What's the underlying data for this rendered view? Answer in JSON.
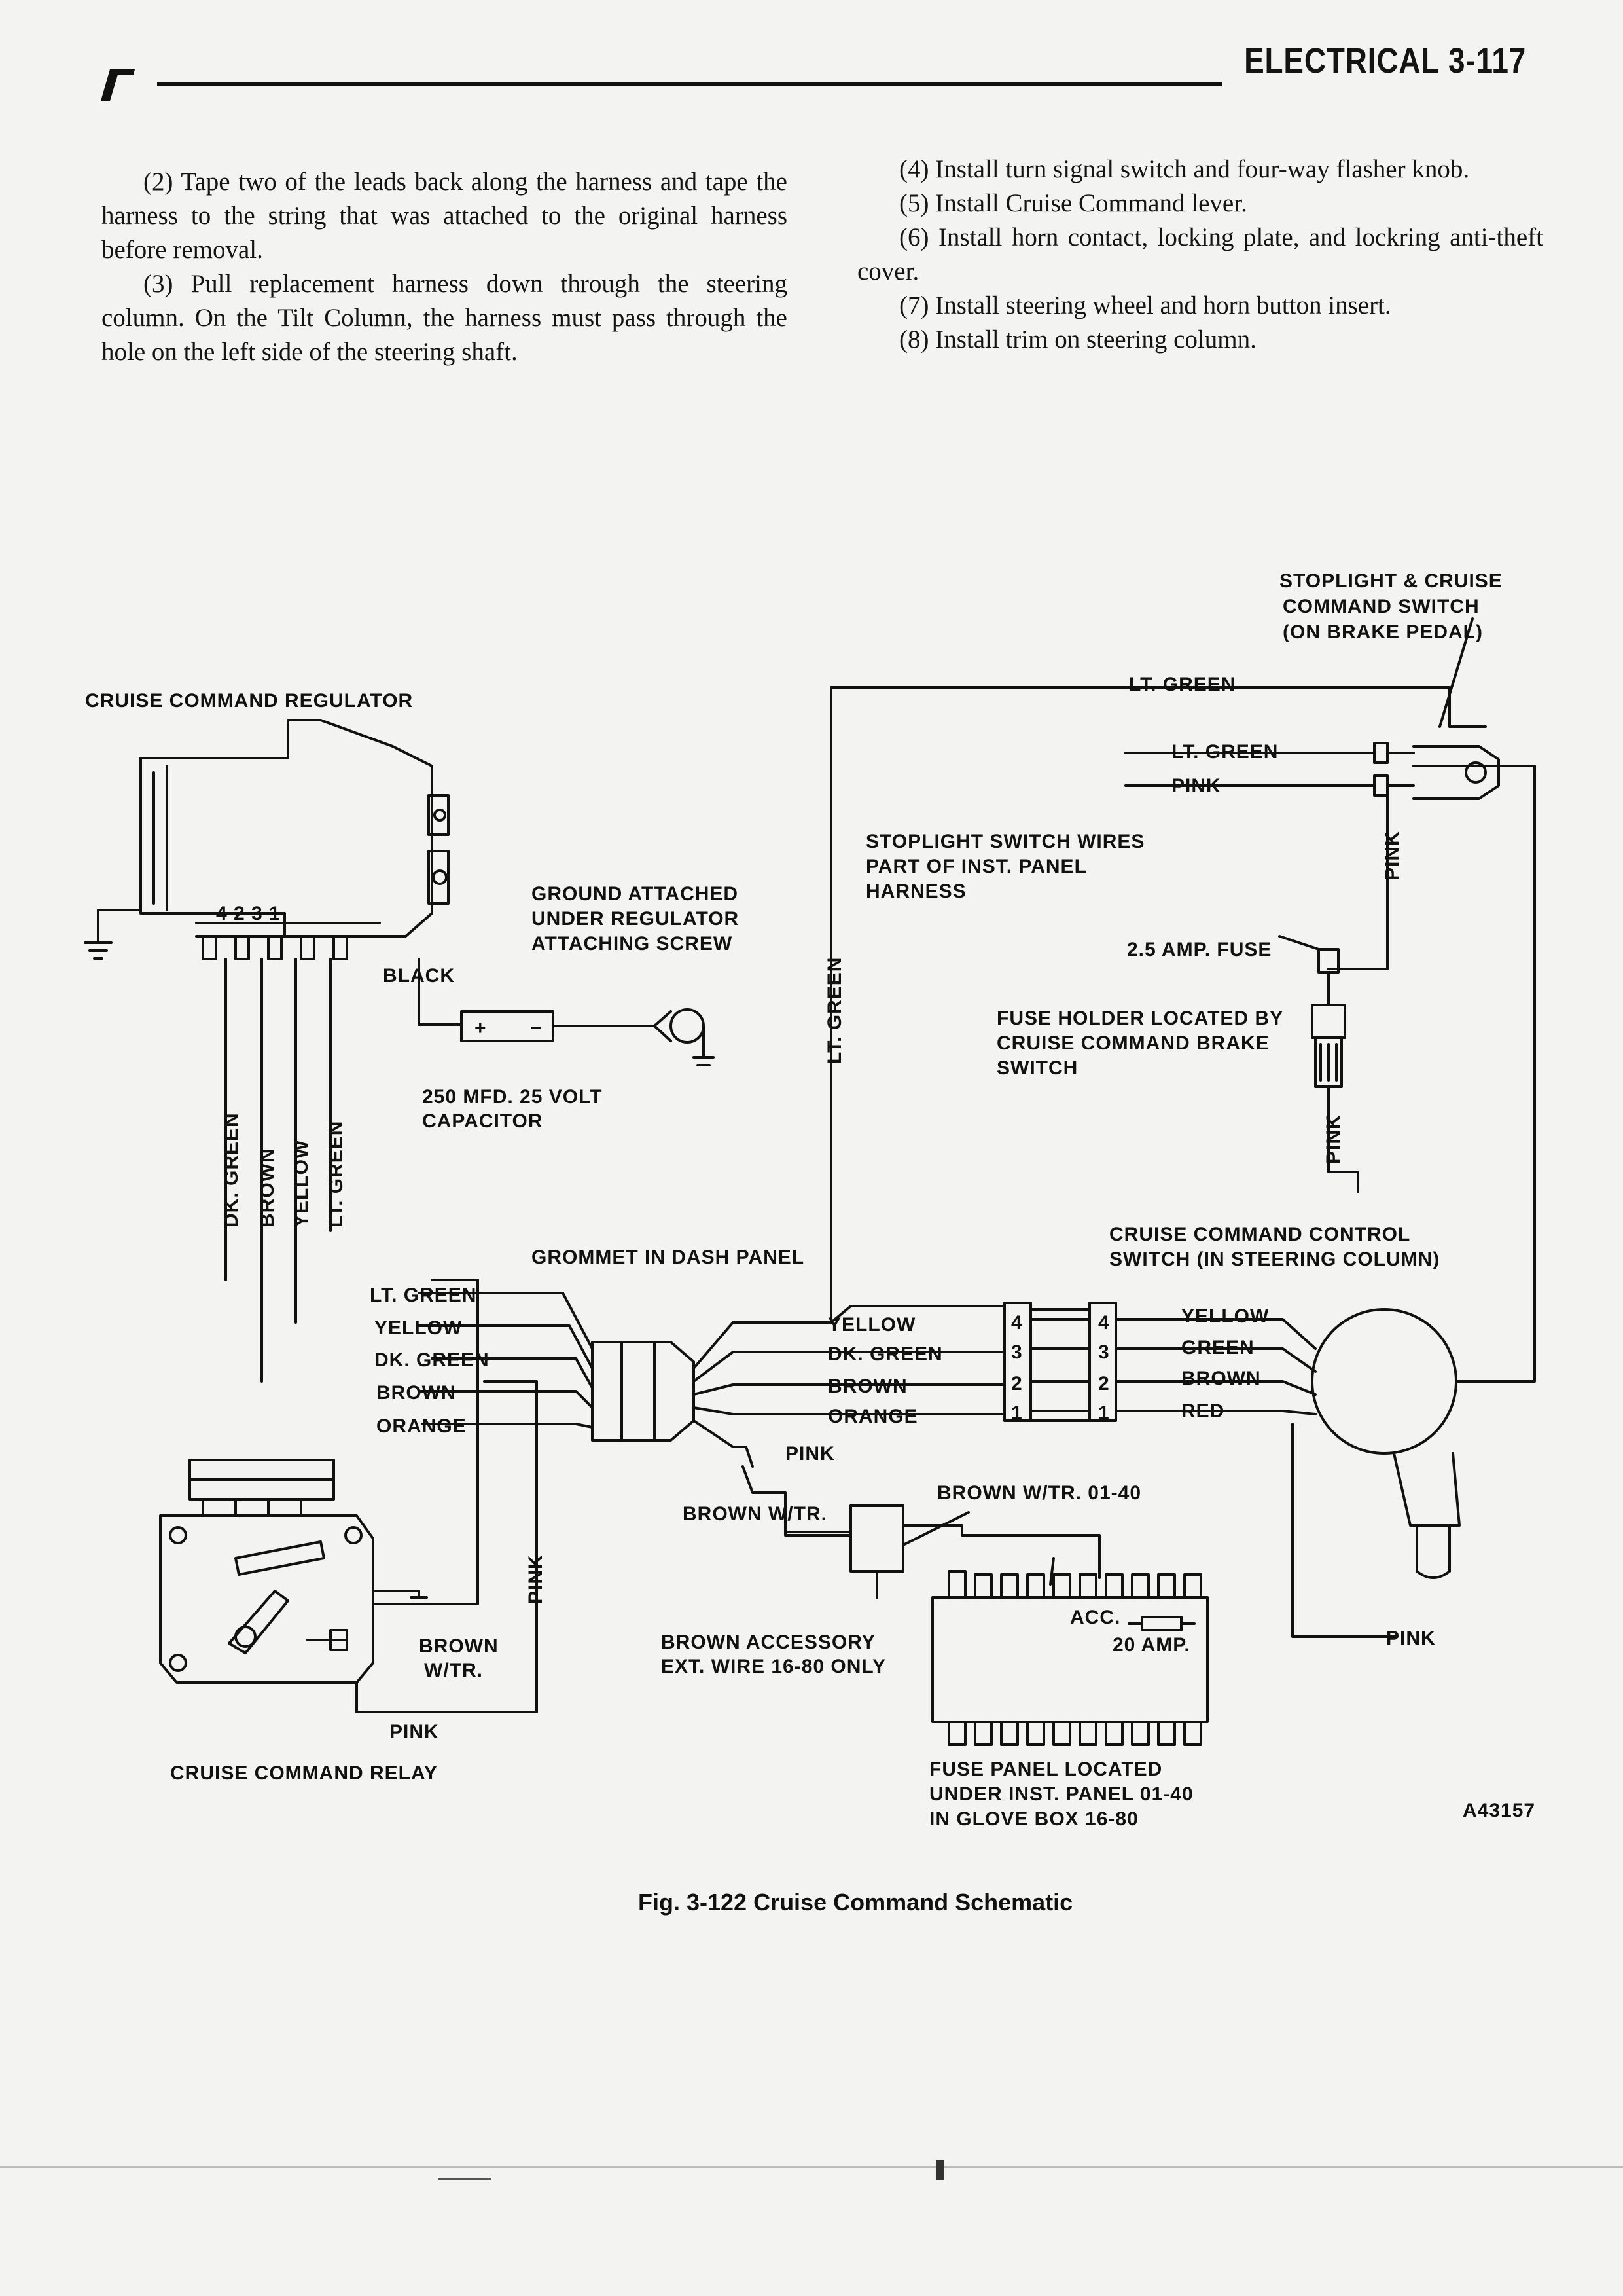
{
  "header": {
    "title": "ELECTRICAL 3-117"
  },
  "left_column": [
    "(2) Tape two of the leads back along the harness and tape the harness to the string that was attached to the original harness before removal.",
    "(3) Pull replacement harness down through the steering column. On the Tilt Column, the harness must pass through the hole on the left side of the steering shaft."
  ],
  "right_column": [
    "(4) Install turn signal switch and four-way flasher knob.",
    "(5) Install Cruise Command lever.",
    "(6) Install horn contact, locking plate, and lockring anti-theft cover.",
    "(7) Install steering wheel and horn button insert.",
    "(8) Install trim on steering column."
  ],
  "diagram": {
    "regulator": "CRUISE COMMAND REGULATOR",
    "terminals": "4   2 3 1",
    "ground_1": "GROUND ATTACHED",
    "ground_2": "UNDER REGULATOR",
    "ground_3": "ATTACHING SCREW",
    "black": "BLACK",
    "cap_plus": "+",
    "cap_minus": "−",
    "cap_1": "250 MFD. 25 VOLT",
    "cap_2": "CAPACITOR",
    "v_dkgreen": "DK. GREEN",
    "v_brown": "BROWN",
    "v_yellow": "YELLOW",
    "v_ltgreen": "LT. GREEN",
    "grommet": "GROMMET IN DASH PANEL",
    "l_ltgreen": "LT. GREEN",
    "l_yellow": "YELLOW",
    "l_dkgreen": "DK. GREEN",
    "l_brown": "BROWN",
    "l_orange": "ORANGE",
    "relay_brown_1": "BROWN",
    "relay_brown_2": "W/TR.",
    "relay_pink_v": "PINK",
    "relay_pink_h": "PINK",
    "relay": "CRUISE COMMAND RELAY",
    "r_yellow": "YELLOW",
    "r_dkgreen": "DK. GREEN",
    "r_brown": "BROWN",
    "r_orange": "ORANGE",
    "r_pink": "PINK",
    "brown_wtr": "BROWN W/TR.",
    "pin4": "4",
    "pin3": "3",
    "pin2": "2",
    "pin1": "1",
    "sw_yellow": "YELLOW",
    "sw_green": "GREEN",
    "sw_brown": "BROWN",
    "sw_red": "RED",
    "control_1": "CRUISE COMMAND CONTROL",
    "control_2": "SWITCH (IN STEERING COLUMN)",
    "brown_wtr_0140": "BROWN W/TR. 01-40",
    "acc_1": "BROWN ACCESSORY",
    "acc_2": "EXT. WIRE 16-80 ONLY",
    "acc": "ACC.",
    "amp20": "20 AMP.",
    "fuse_1": "FUSE PANEL LOCATED",
    "fuse_2": "UNDER INST. PANEL 01-40",
    "fuse_3": "IN GLOVE BOX 16-80",
    "pink_right": "PINK",
    "ltgreen_top": "LT. GREEN",
    "ltgreen_v": "LT. GREEN",
    "ltgreen_2": "LT. GREEN",
    "pink_top": "PINK",
    "pink_v1": "PINK",
    "pink_v2": "PINK",
    "stoplight_1": "STOPLIGHT & CRUISE",
    "stoplight_2": "COMMAND SWITCH",
    "stoplight_3": "(ON BRAKE PEDAL)",
    "wires_1": "STOPLIGHT SWITCH WIRES",
    "wires_2": "PART OF INST. PANEL",
    "wires_3": "HARNESS",
    "fuse25": "2.5 AMP. FUSE",
    "holder_1": "FUSE HOLDER LOCATED BY",
    "holder_2": "CRUISE COMMAND BRAKE",
    "holder_3": "SWITCH",
    "figure_id": "A43157",
    "caption": "Fig. 3-122 Cruise Command Schematic"
  }
}
